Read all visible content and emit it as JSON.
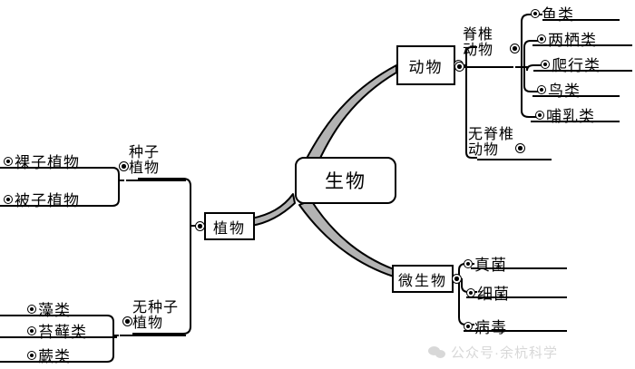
{
  "diagram": {
    "title": "生物",
    "type": "mind-map",
    "root": {
      "label": "生物",
      "shape": "rounded-rect"
    },
    "branches": [
      {
        "id": "animals",
        "label": "动物",
        "shape": "rect",
        "children": [
          {
            "id": "vertebrates",
            "label_line1": "脊椎",
            "label_line2": "动物",
            "label": "脊椎动物",
            "children": [
              {
                "id": "fish",
                "label": "鱼类"
              },
              {
                "id": "amphibians",
                "label": "两栖类"
              },
              {
                "id": "reptiles",
                "label": "爬行类"
              },
              {
                "id": "birds",
                "label": "鸟类"
              },
              {
                "id": "mammals",
                "label": "哺乳类"
              }
            ]
          },
          {
            "id": "invertebrates",
            "label_line1": "无脊椎",
            "label_line2": "动物",
            "label": "无脊椎动物",
            "children": []
          }
        ]
      },
      {
        "id": "plants",
        "label": "植物",
        "shape": "rect",
        "children": [
          {
            "id": "seed-plants",
            "label_line1": "种子",
            "label_line2": "植物",
            "label": "种子植物",
            "children": [
              {
                "id": "gymnosperms",
                "label": "裸子植物"
              },
              {
                "id": "angiosperms",
                "label": "被子植物"
              }
            ]
          },
          {
            "id": "seedless-plants",
            "label_line1": "无种子",
            "label_line2": "植物",
            "label": "无种子植物",
            "children": [
              {
                "id": "algae",
                "label": "藻类"
              },
              {
                "id": "mosses",
                "label": "苔藓类"
              },
              {
                "id": "ferns",
                "label": "蕨类"
              }
            ]
          }
        ]
      },
      {
        "id": "microbes",
        "label": "微生物",
        "shape": "rect",
        "children": [
          {
            "id": "fungi",
            "label": "真菌"
          },
          {
            "id": "bacteria",
            "label": "细菌"
          },
          {
            "id": "viruses",
            "label": "病毒"
          }
        ]
      }
    ]
  },
  "watermark": {
    "text": "公众号·余杭科学",
    "icon": "wechat-icon",
    "color": "#d8d8d8"
  },
  "style": {
    "line_color": "#000000",
    "branch_fill": "#b3b3b3",
    "background": "#ffffff"
  }
}
